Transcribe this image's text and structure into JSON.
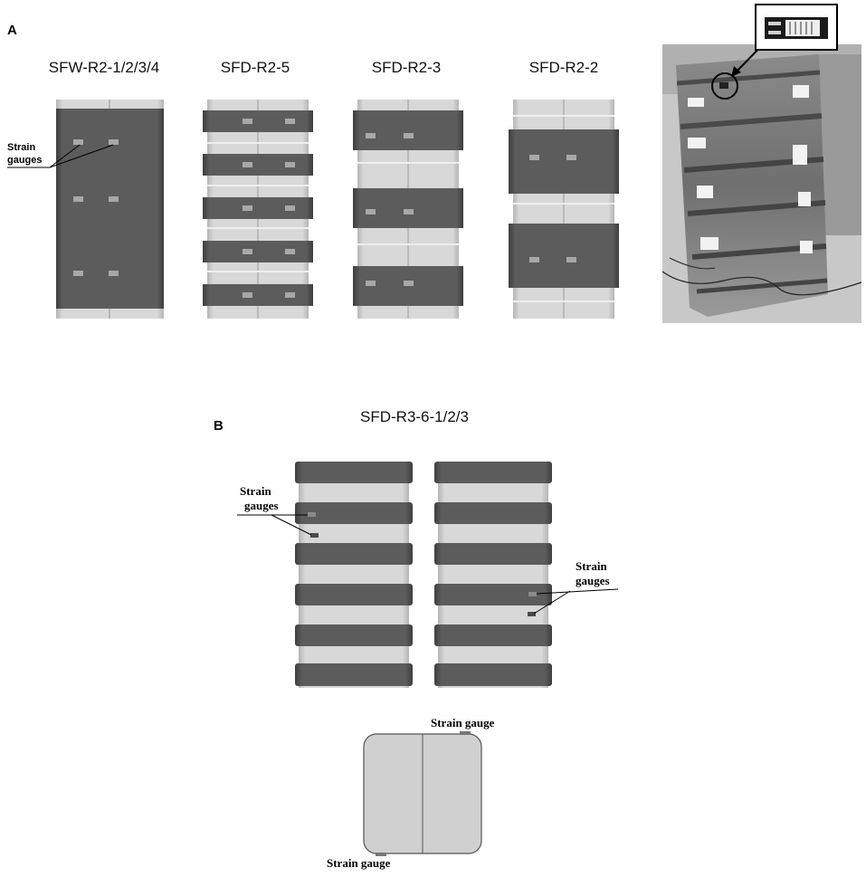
{
  "panel_a": {
    "letter": "A",
    "columns": [
      {
        "title": "SFW-R2-1/2/3/4"
      },
      {
        "title": "SFD-R2-5"
      },
      {
        "title": "SFD-R2-3"
      },
      {
        "title": "SFD-R2-2"
      }
    ],
    "strain_label_line1": "Strain",
    "strain_label_line2": "gauges"
  },
  "panel_b": {
    "letter": "B",
    "title": "SFD-R3-6-1/2/3",
    "left_label_line1": "Strain",
    "left_label_line2": "gauges",
    "right_label_line1": "Strain",
    "right_label_line2": "gauges",
    "section_label_top": "Strain gauge",
    "section_label_bottom": "Strain gauge"
  },
  "colors": {
    "frp_dark": "#5a5a5a",
    "wood_light": "#d2d2d2",
    "gauge": "#a8a8a8",
    "section_fill": "#d0d0d0"
  }
}
